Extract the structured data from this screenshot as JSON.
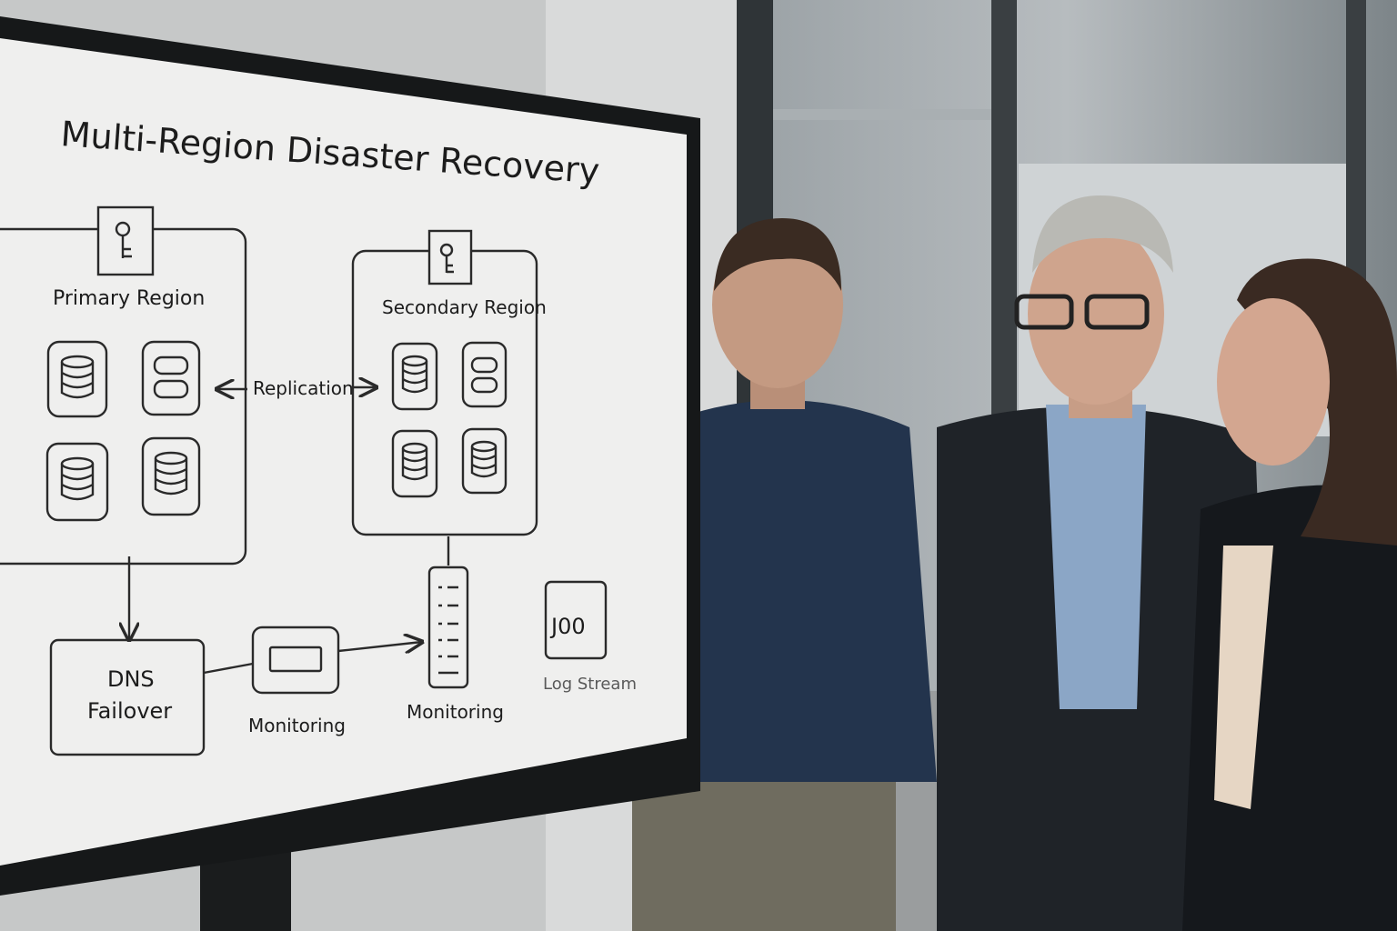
{
  "diagram": {
    "title": "Multi-Region Disaster Recovery",
    "primary_region": {
      "label": "Primary Region",
      "icon": "key-icon",
      "databases": 4
    },
    "secondary_region": {
      "label": "Secondary Region",
      "icon": "key-icon",
      "databases": 4
    },
    "replication": {
      "label": "Replication"
    },
    "dns_failover": {
      "line1": "DNS",
      "line2": "Failover"
    },
    "monitoring_service": {
      "label": "Monitoring"
    },
    "monitoring_server": {
      "label": "Monitoring"
    },
    "log_stream": {
      "label": "Log Stream",
      "icon_text": "J00"
    }
  },
  "colors": {
    "screen_bg": "#efefee",
    "bezel": "#161819",
    "stroke": "#2a2a2a",
    "wall": "#c7c9c9",
    "window": "#8f969a"
  }
}
